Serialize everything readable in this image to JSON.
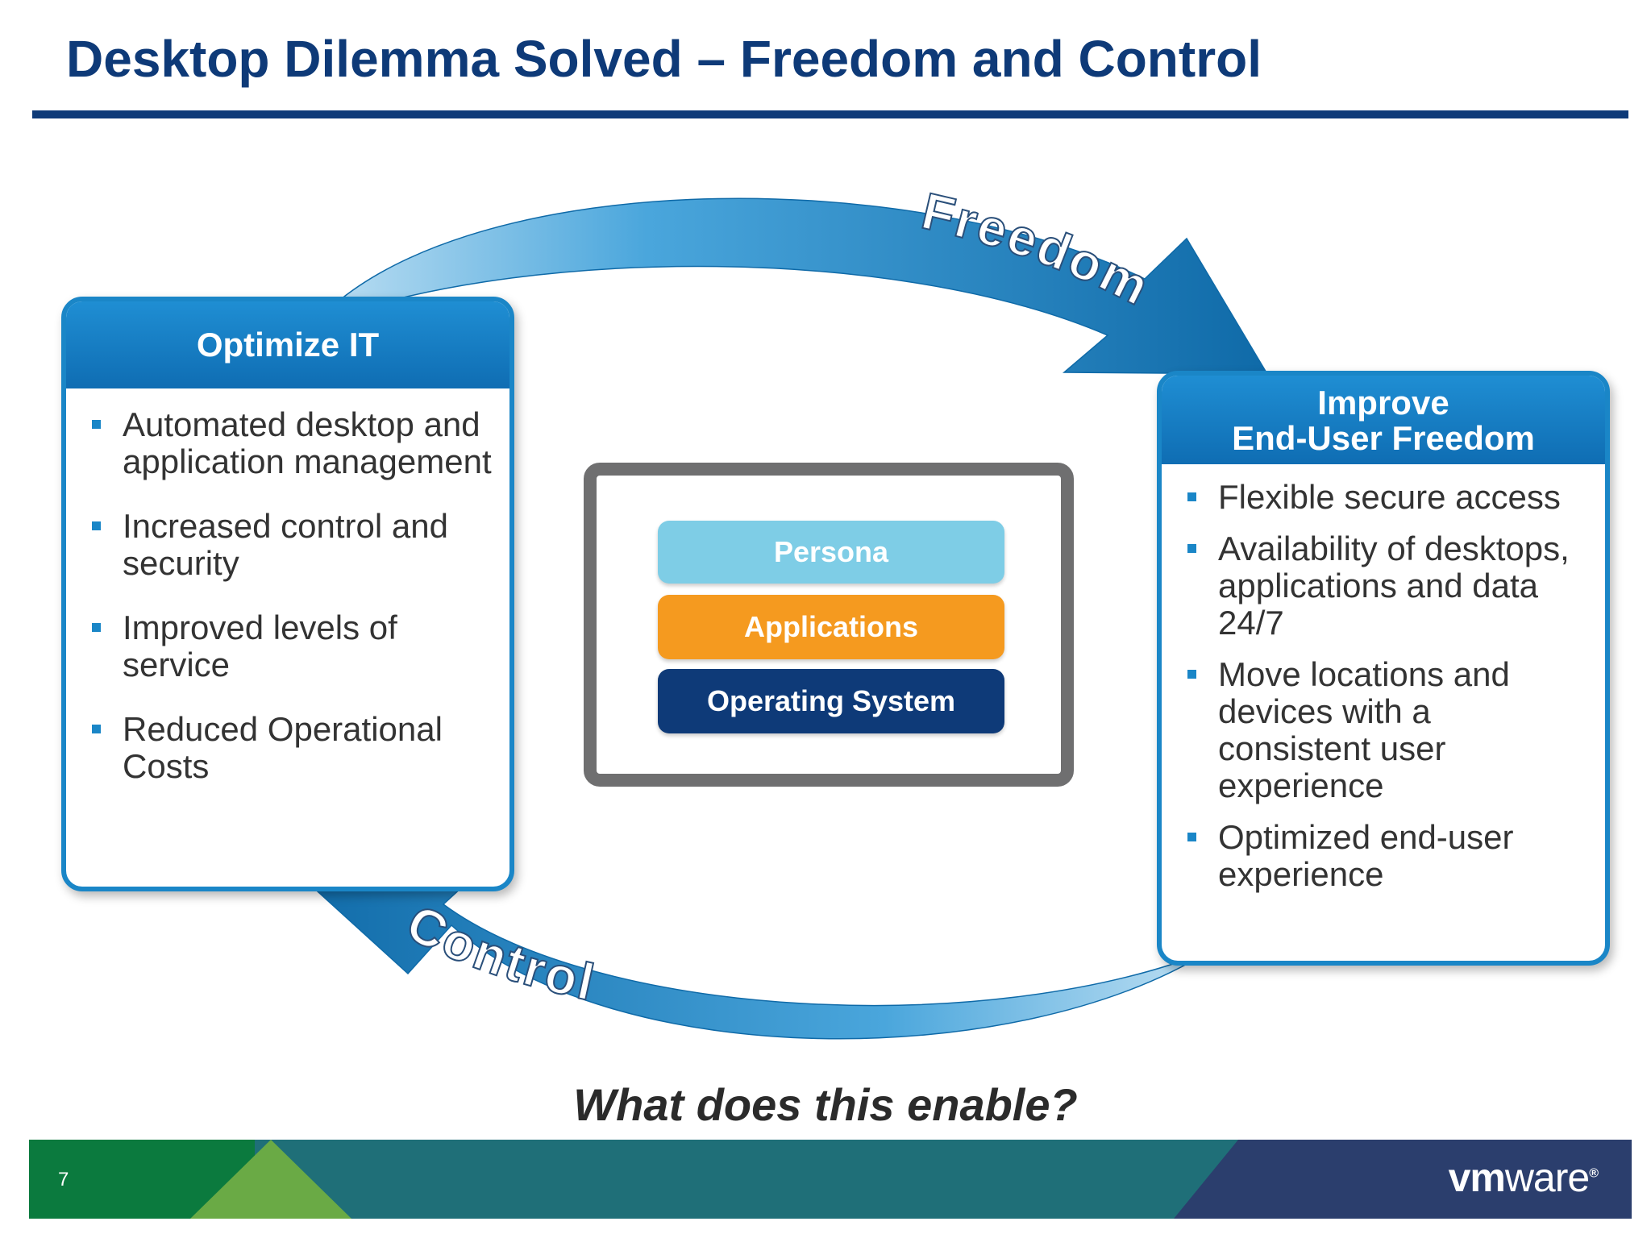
{
  "title": "Desktop Dilemma Solved – Freedom and Control",
  "colors": {
    "title_blue": "#0e3a78",
    "arrow_blue": "#1a86c7",
    "panel_border": "#1a86c7",
    "persona": "#7ecde6",
    "applications": "#f59a1f",
    "operating_system": "#0e3a78",
    "footer_green": "#0b7a3e",
    "footer_light_green": "#6aaa45",
    "footer_teal": "#1f6f78",
    "footer_navy": "#2b3e6d"
  },
  "arrows": {
    "top_label": "Freedom",
    "bottom_label": "Control"
  },
  "left_panel": {
    "heading": "Optimize IT",
    "items": [
      "Automated desktop and application management",
      "Increased control and security",
      "Improved levels of service",
      "Reduced Operational Costs"
    ]
  },
  "right_panel": {
    "heading_line1": "Improve",
    "heading_line2": "End-User Freedom",
    "items": [
      "Flexible secure access",
      "Availability of desktops, applications and data 24/7",
      "Move locations and devices with a consistent user experience",
      "Optimized end-user experience"
    ]
  },
  "stack": {
    "persona": "Persona",
    "applications": "Applications",
    "operating_system": "Operating System"
  },
  "question": "What does this enable?",
  "footer": {
    "page_number": "7",
    "logo_bold": "vm",
    "logo_light": "ware",
    "logo_mark": "®"
  },
  "icons": {
    "cloud": "cloud-icon",
    "device": "monitor-frame-icon",
    "bullet": "square-bullet-icon"
  }
}
